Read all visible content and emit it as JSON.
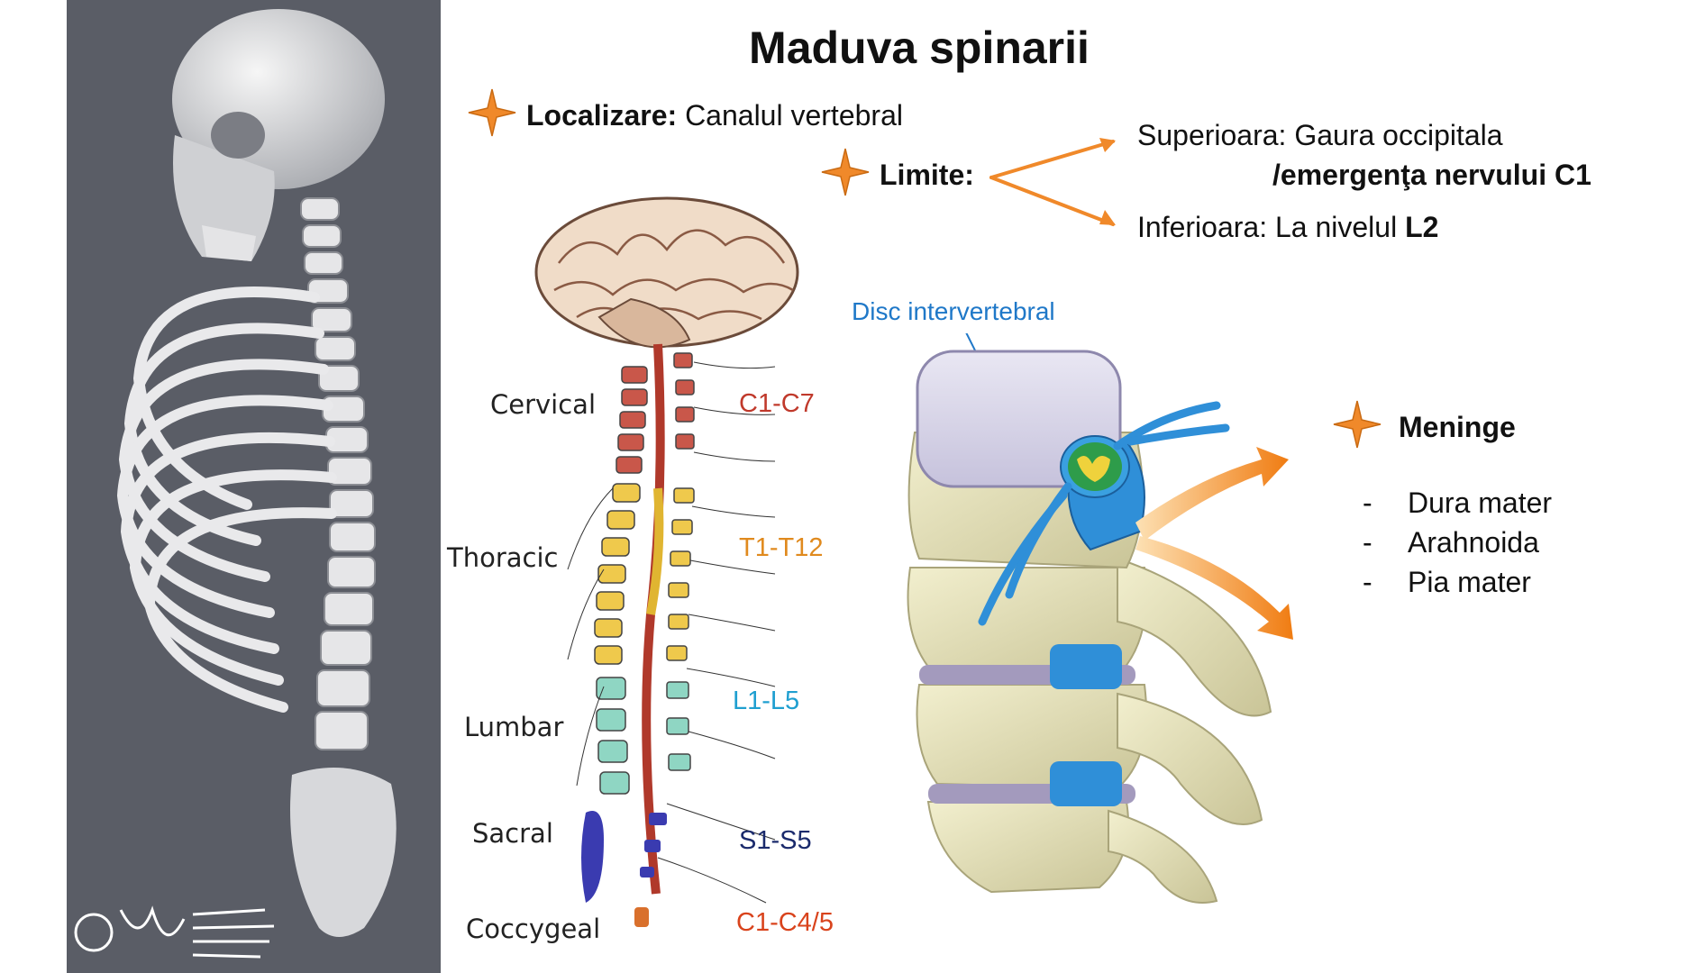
{
  "title": "Maduva spinarii",
  "location": {
    "label": "Localizare:",
    "value": "Canalul vertebral"
  },
  "limits": {
    "label": "Limite:",
    "upper": {
      "label": "Superioara:",
      "value": "Gaura occipitala",
      "detail": "/emergenţa nervului C1"
    },
    "lower": {
      "label": "Inferioara:",
      "value_prefix": "La nivelul",
      "value_bold": "L2"
    }
  },
  "regions": [
    {
      "name": "Cervical",
      "code": "C1-C7",
      "color": "#c0392b"
    },
    {
      "name": "Thoracic",
      "code": "T1-T12",
      "color": "#e08a1e"
    },
    {
      "name": "Lumbar",
      "code": "L1-L5",
      "color": "#1f9fd0"
    },
    {
      "name": "Sacral",
      "code": "S1-S5",
      "color": "#1a2a6c"
    },
    {
      "name": "Coccygeal",
      "code": "C1-C4/5",
      "color": "#d9431c"
    }
  ],
  "disc_label": "Disc intervertebral",
  "meninges": {
    "title": "Meninge",
    "items": [
      "Dura mater",
      "Arahnoida",
      "Pia mater"
    ]
  },
  "colors": {
    "accent_orange": "#f0892a",
    "disc_label_blue": "#1f78c8",
    "panel_gray": "#5a5d66"
  }
}
